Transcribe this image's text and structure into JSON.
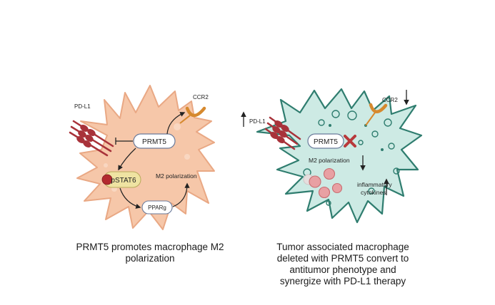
{
  "left_panel": {
    "labels": {
      "pd_l1": "PD-L1",
      "ccr2": "CCR2",
      "prmt5": "PRMT5",
      "pstat6": "pSTAT6",
      "pparg": "PPARg",
      "m2_polarization": "M2 polarization"
    },
    "caption": [
      "PRMT5 promotes macrophage M2",
      "polarization"
    ],
    "colors": {
      "cell_fill": "#f6c7a9",
      "cell_stroke": "#e9a884",
      "receptor": "#a8323a",
      "ccr2": "#d6892e",
      "pstat6_box": "#efe3a2"
    }
  },
  "right_panel": {
    "labels": {
      "pd_l1": "PD-L1",
      "ccr2": "CCR2",
      "prmt5": "PRMT5",
      "m2_polarization": "M2 polarization",
      "inflammatory_cytokines": [
        "inflammatory",
        "cytokines"
      ]
    },
    "caption": [
      "Tumor associated macrophage",
      "deleted with PRMT5 convert to",
      "antitumor phenotype and",
      "synergize with PD-L1 therapy"
    ],
    "colors": {
      "cell_fill": "#cdeae4",
      "cell_stroke": "#2f7d6f",
      "deletion_mark": "#b8393b",
      "cytokine": "#e8a0a3"
    }
  }
}
